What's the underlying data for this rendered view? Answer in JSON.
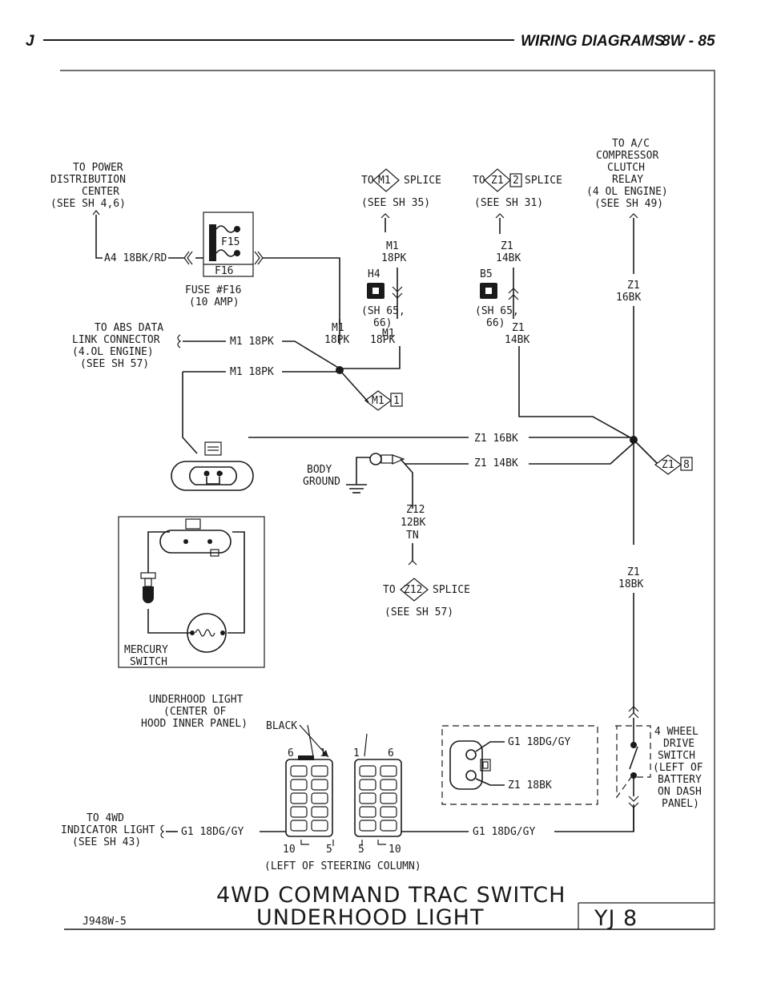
{
  "header": {
    "left": "J",
    "right": "WIRING DIAGRAMS",
    "page": "8W - 85"
  },
  "sources": {
    "power_dist": [
      "TO POWER",
      "DISTRIBUTION",
      "CENTER",
      "(SEE SH 4,6)"
    ],
    "m1_splice": {
      "to": "TO",
      "code": "M1",
      "label": "SPLICE",
      "see": "(SEE SH 35)"
    },
    "z1_splice": {
      "to": "TO",
      "code": "Z1",
      "num": "2",
      "label": "SPLICE",
      "see": "(SEE SH 31)"
    },
    "ac_relay": [
      "TO A/C",
      "COMPRESSOR",
      "CLUTCH",
      "RELAY",
      "(4 OL ENGINE)",
      "(SEE SH 49)"
    ],
    "abs_link": [
      "TO ABS DATA",
      "LINK CONNECTOR",
      "(4.OL ENGINE)",
      "(SEE SH 57)"
    ],
    "z12_splice": {
      "to": "TO",
      "code": "Z12",
      "label": "SPLICE",
      "see": "(SEE SH 57)"
    },
    "ind_light": [
      "TO 4WD",
      "INDICATOR LIGHT",
      "(SEE SH 43)"
    ]
  },
  "fuse": {
    "f15": "F15",
    "f16": "F16",
    "lines": [
      "FUSE #F16",
      "(10 AMP)"
    ]
  },
  "wires": {
    "a4": "A4 18BK/RD",
    "m1_18pk": "M1 18PK",
    "m1_18pk_b": "M1 18PK",
    "m1_top": [
      "M1",
      "18PK"
    ],
    "m1_mid": [
      "M1",
      "18PK"
    ],
    "m1_right": [
      "M1",
      "18PK"
    ],
    "z1_top": [
      "Z1",
      "14BK"
    ],
    "z1_mid": [
      "Z1",
      "14BK"
    ],
    "z1_16bk_right": [
      "Z1",
      "16BK"
    ],
    "z1_16bk": "Z1 16BK",
    "z1_14bk": "Z1 14BK",
    "z12": [
      "Z12",
      "12BK",
      "TN"
    ],
    "z1_18bk_right": [
      "Z1",
      "18BK"
    ],
    "g1_ind": "G1 18DG/GY",
    "g1_right": "G1 18DG/GY",
    "g1_conn": "G1 18DG/GY",
    "z1_conn": "Z1 18BK"
  },
  "connectors": {
    "h4": "H4",
    "b5": "B5",
    "sh65_left": [
      "(SH 65,",
      "66)"
    ],
    "sh65_right": [
      "(SH 65,",
      "66)"
    ],
    "m1_ref": {
      "code": "M1",
      "num": "1"
    },
    "z1_ref": {
      "code": "Z1",
      "num": "8"
    }
  },
  "ground": [
    "BODY",
    "GROUND"
  ],
  "mercury": [
    "MERCURY",
    "SWITCH"
  ],
  "light_caption": [
    "UNDERHOOD LIGHT",
    "(CENTER OF",
    "HOOD INNER PANEL)"
  ],
  "switch_conn": {
    "black": "BLACK",
    "pins_top": [
      "6",
      "1",
      "1",
      "6"
    ],
    "pins_bottom": [
      "10",
      "5",
      "5",
      "10"
    ],
    "caption": "(LEFT OF STEERING COLUMN)"
  },
  "wd_switch": [
    "4 WHEEL",
    "DRIVE",
    "SWITCH",
    "(LEFT OF",
    "BATTERY",
    "ON DASH",
    "PANEL)"
  ],
  "title": {
    "line1": "4WD COMMAND TRAC SWITCH",
    "line2": "UNDERHOOD LIGHT"
  },
  "footer": {
    "code": "J948W-5",
    "model": "YJ 8"
  }
}
